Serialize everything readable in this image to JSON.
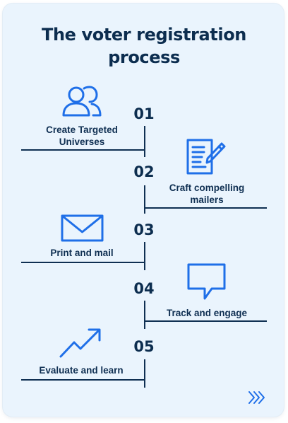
{
  "title": {
    "line1": "The voter registration",
    "line2": "process"
  },
  "steps": [
    {
      "number": "01",
      "label_line1": "Create Targeted",
      "label_line2": "Universes",
      "icon": "users-icon"
    },
    {
      "number": "02",
      "label_line1": "Craft compelling",
      "label_line2": "mailers",
      "icon": "document-pen-icon"
    },
    {
      "number": "03",
      "label_line1": "Print and mail",
      "icon": "envelope-icon"
    },
    {
      "number": "04",
      "label_line1": "Track and engage",
      "icon": "speech-bubble-icon"
    },
    {
      "number": "05",
      "label_line1": "Evaluate and learn",
      "icon": "trend-arrow-icon"
    }
  ],
  "next_icon": "double-chevron-right-icon",
  "colors": {
    "background": "#eaf4fd",
    "title": "#0c2d4f",
    "icon": "#1f6fe8",
    "line": "#0f2f52"
  }
}
